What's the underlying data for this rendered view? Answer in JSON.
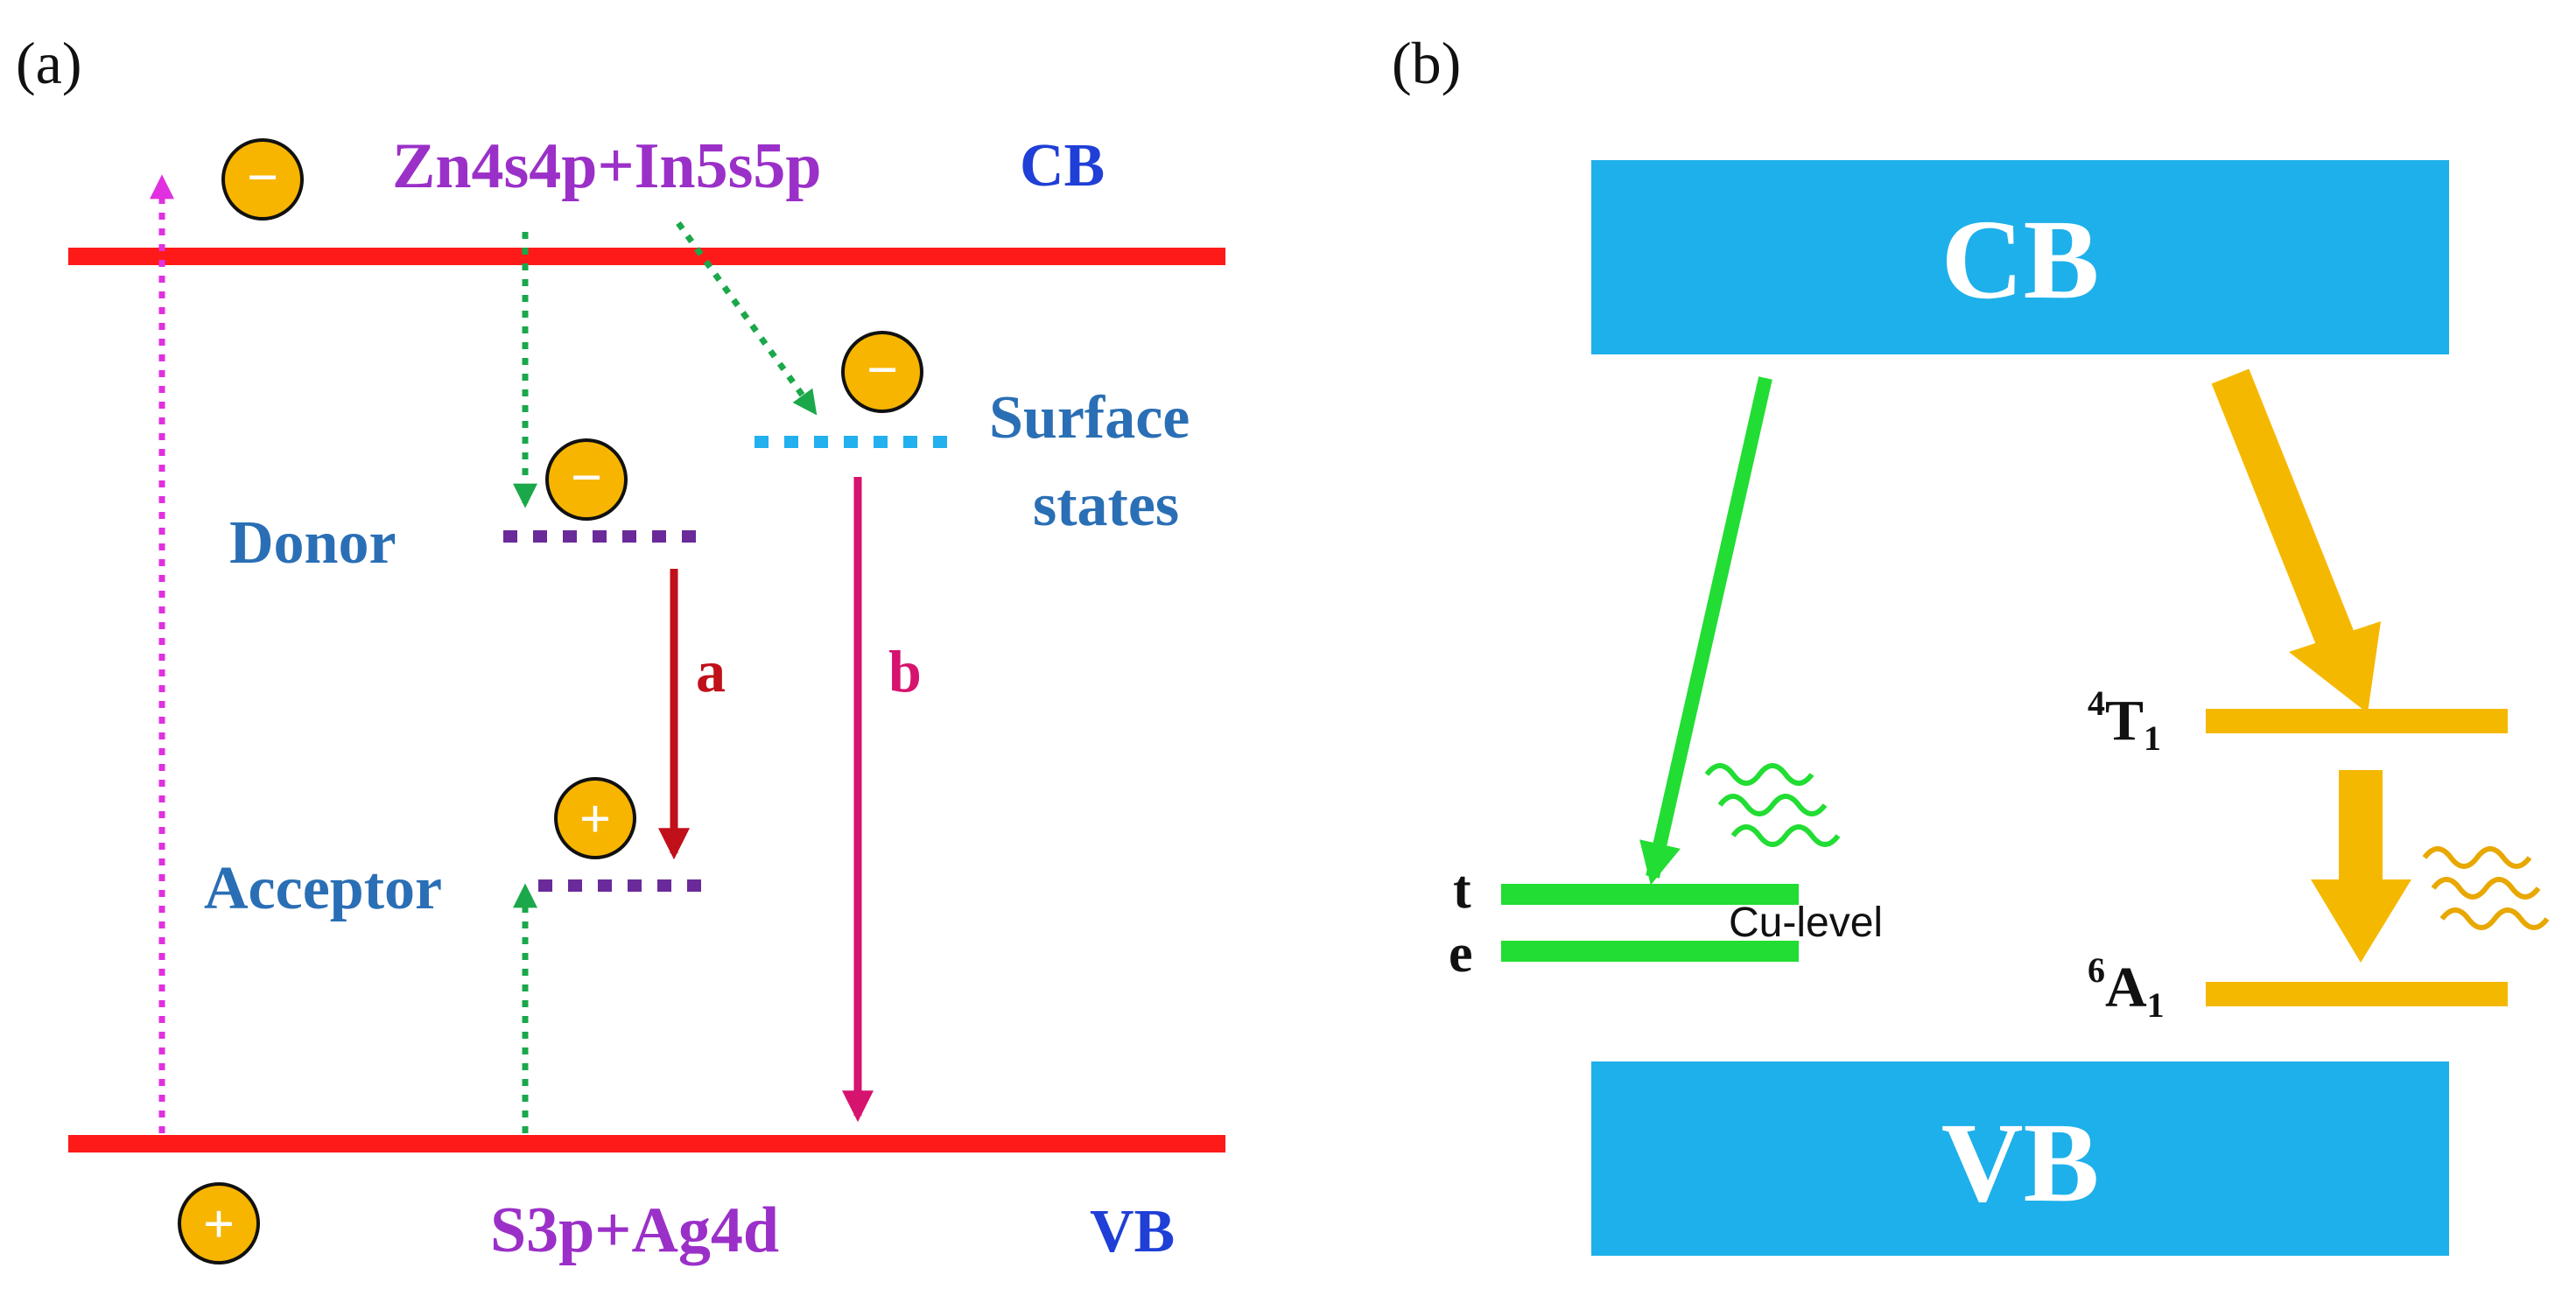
{
  "panel_a": {
    "label": "(a)",
    "cb_label": "CB",
    "vb_label": "VB",
    "cb_orbitals": "Zn4s4p+In5s5p",
    "vb_orbitals": "S3p+Ag4d",
    "donor_label": "Donor",
    "acceptor_label": "Acceptor",
    "surface_label_line1": "Surface",
    "surface_label_line2": "states",
    "transition_a": "a",
    "transition_b": "b",
    "electron_symbol": "−",
    "hole_symbol": "+"
  },
  "panel_b": {
    "label": "(b)",
    "cb_label": "CB",
    "vb_label": "VB",
    "level_t": "t",
    "level_e": "e",
    "cu_level": "Cu-level",
    "t1_sup": "4",
    "t1_main": "T",
    "t1_sub": "1",
    "a1_sup": "6",
    "a1_main": "A",
    "a1_sub": "1"
  },
  "colors": {
    "band_line": "#ff1a1a",
    "band_box": "#1eb0ea",
    "purple_text": "#9b30c8",
    "blue_text": "#1f3fd6",
    "label_blue": "#2a6fb5",
    "dark_red": "#c0101a",
    "magenta_arrow": "#d6136e",
    "green": "#22dd33",
    "dotted_green": "#1aa84a",
    "dotted_magenta": "#e030e0",
    "carrier_fill": "#f7b500",
    "orange": "#f5b800",
    "level_purple": "#6a2a9a",
    "surface_cyan": "#22b0ee"
  }
}
